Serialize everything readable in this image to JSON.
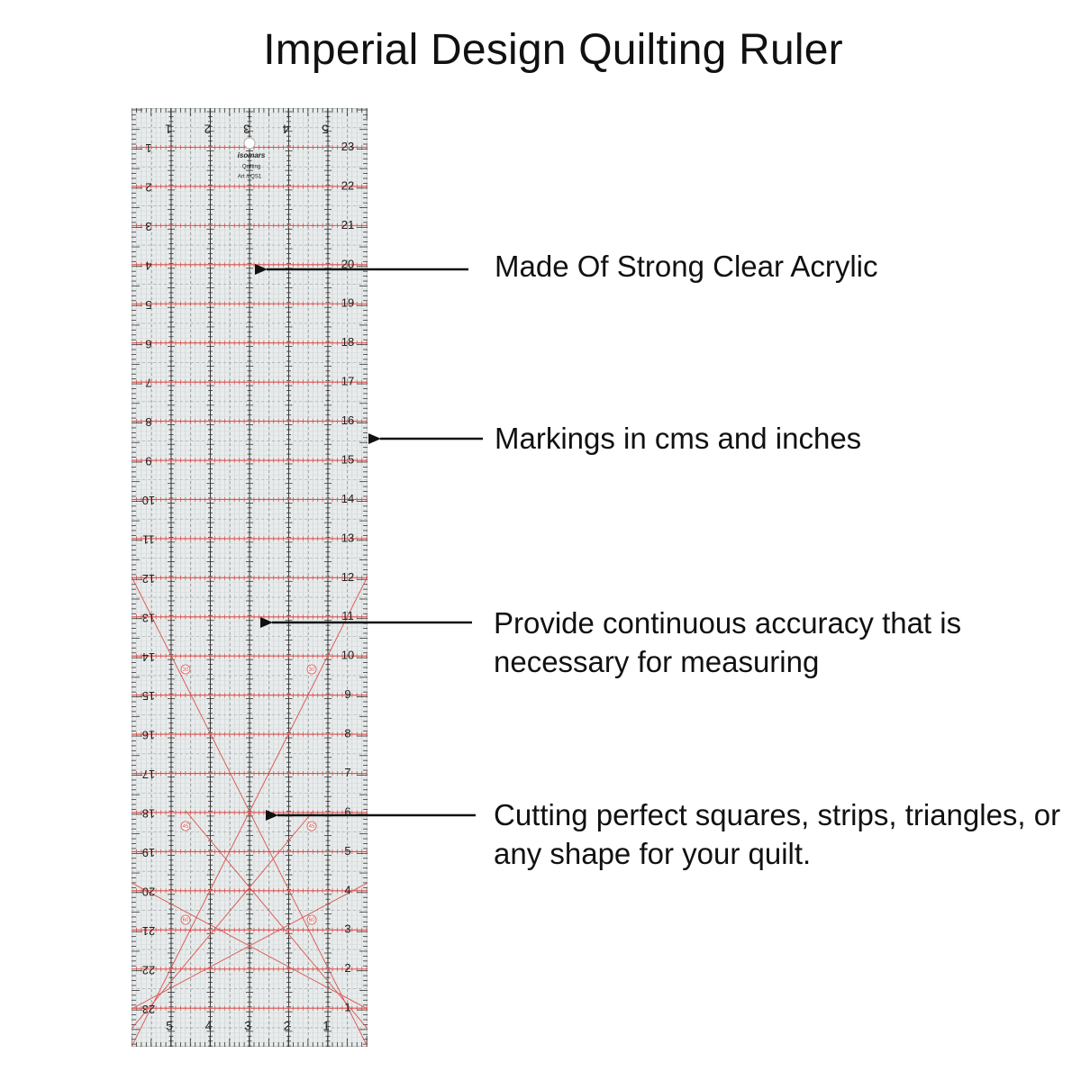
{
  "title": "Imperial Design Quilting Ruler",
  "ruler": {
    "brand": "isomars",
    "product": "Quilting",
    "art_number": "Art # QS1",
    "top_scale": [
      "1",
      "2",
      "3",
      "4",
      "5"
    ],
    "bottom_scale": [
      "5",
      "4",
      "3",
      "2",
      "1"
    ],
    "left_scale": [
      "1",
      "2",
      "3",
      "4",
      "5",
      "6",
      "7",
      "8",
      "9",
      "10",
      "11",
      "12",
      "13",
      "14",
      "15",
      "16",
      "17",
      "18",
      "19",
      "20",
      "21",
      "22",
      "23"
    ],
    "right_scale": [
      "23",
      "22",
      "21",
      "20",
      "19",
      "18",
      "17",
      "16",
      "15",
      "14",
      "13",
      "12",
      "11",
      "10",
      "9",
      "8",
      "7",
      "6",
      "5",
      "4",
      "3",
      "2",
      "1"
    ],
    "angle_labels": [
      "30",
      "30",
      "45",
      "45",
      "60",
      "60"
    ],
    "line_color": "#d9534f",
    "tick_color": "#333333",
    "body_color": "#e9ecec"
  },
  "callouts": [
    {
      "text": "Made Of Strong Clear Acrylic"
    },
    {
      "text": "Markings in cms and inches"
    },
    {
      "text": "Provide continuous accuracy that is necessary for measuring"
    },
    {
      "text": "Cutting perfect squares, strips, triangles, or any shape for your quilt."
    }
  ]
}
